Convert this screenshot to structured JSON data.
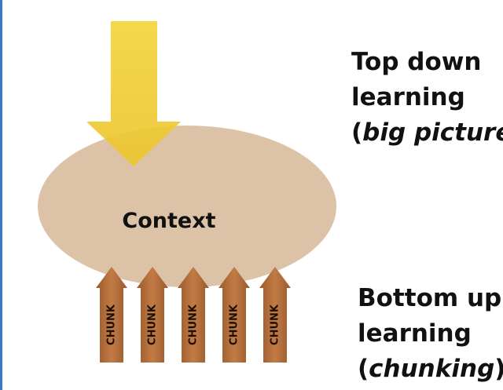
{
  "diagram": {
    "center_label": "Context",
    "chunk_label": "CHUNK",
    "chunk_count": 5,
    "top_down": {
      "line1": "Top down",
      "line2": "learning",
      "paren_open": "(",
      "paren_term": "big picture",
      "paren_close": ")"
    },
    "bottom_up": {
      "line1": "Bottom up",
      "line2": "learning",
      "paren_open": "(",
      "paren_term": "chunking",
      "paren_close": ")"
    }
  },
  "colors": {
    "ellipse": "#dcc3a8",
    "top_arrow": "#f0cd35",
    "chunk_arrow": "#b8703c",
    "text": "#111111",
    "edge": "#3c78c8"
  },
  "icons": {
    "top_arrow": "down-arrow",
    "chunk_arrow": "up-arrow"
  }
}
